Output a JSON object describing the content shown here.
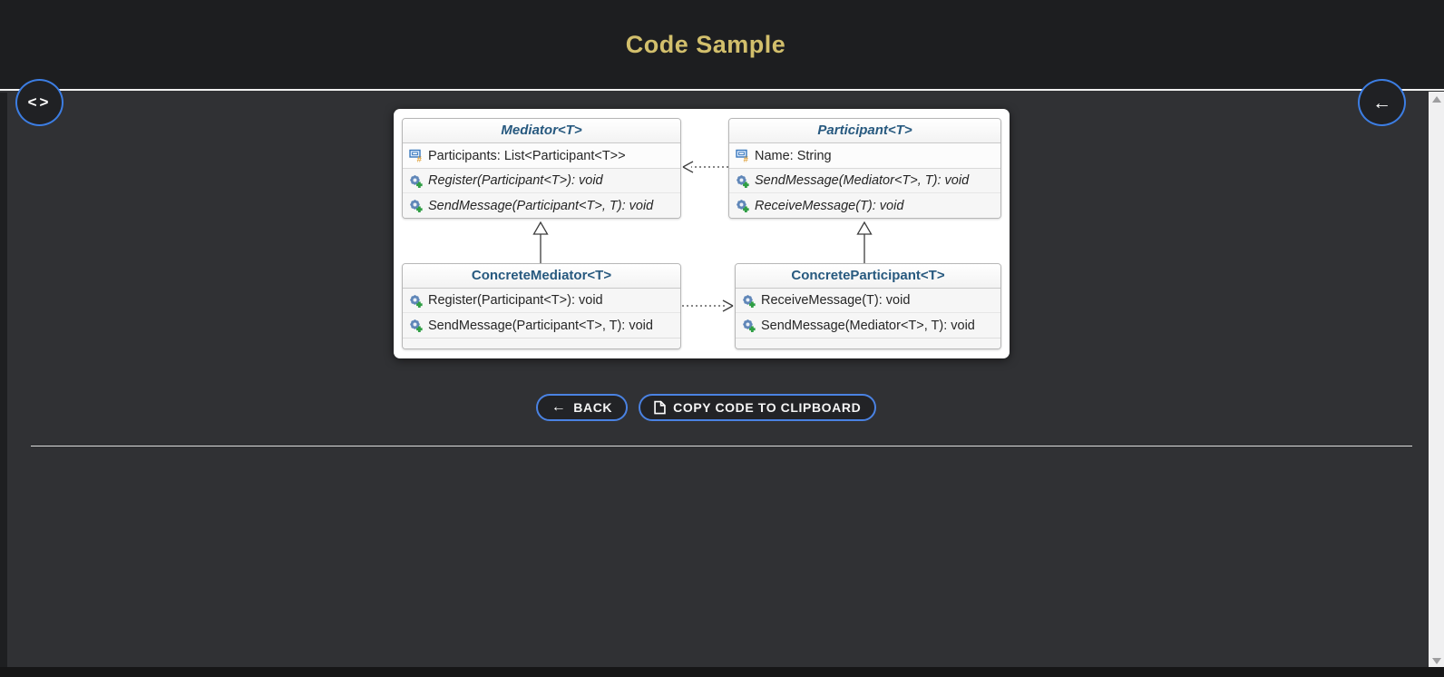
{
  "header": {
    "title": "Code Sample"
  },
  "fab_left": {
    "icon": "code-icon",
    "glyph": "<>"
  },
  "fab_right": {
    "icon": "arrow-left-icon",
    "glyph": "←"
  },
  "diagram": {
    "classes": [
      {
        "title": "Mediator<T>",
        "abstract": true,
        "properties": [
          "Participants: List<Participant<T>>"
        ],
        "methods": [
          "Register(Participant<T>): void",
          "SendMessage(Participant<T>, T): void"
        ]
      },
      {
        "title": "Participant<T>",
        "abstract": true,
        "properties": [
          "Name: String"
        ],
        "methods": [
          "SendMessage(Mediator<T>, T): void",
          "ReceiveMessage(T): void"
        ]
      },
      {
        "title": "ConcreteMediator<T>",
        "abstract": false,
        "properties": [],
        "methods": [
          "Register(Participant<T>): void",
          "SendMessage(Participant<T>, T): void"
        ]
      },
      {
        "title": "ConcreteParticipant<T>",
        "abstract": false,
        "properties": [],
        "methods": [
          "ReceiveMessage(T): void",
          "SendMessage(Mediator<T>, T): void"
        ]
      }
    ],
    "relations": [
      {
        "from": "Participant<T>",
        "to": "Mediator<T>",
        "type": "dashed-dependency"
      },
      {
        "from": "ConcreteMediator<T>",
        "to": "ConcreteParticipant<T>",
        "type": "dashed-dependency"
      },
      {
        "from": "ConcreteMediator<T>",
        "to": "Mediator<T>",
        "type": "inheritance"
      },
      {
        "from": "ConcreteParticipant<T>",
        "to": "Participant<T>",
        "type": "inheritance"
      }
    ]
  },
  "actions": {
    "back_label": "BACK",
    "copy_label": "COPY CODE TO CLIPBOARD"
  },
  "icons": {
    "fab_left": "code-icon",
    "fab_right": "arrow-left-icon",
    "back_button": "arrow-left-icon",
    "copy_button": "document-icon",
    "class_property": "field-icon",
    "class_method": "method-icon",
    "scrollbar_top": "triangle-up-icon",
    "scrollbar_bottom": "triangle-down-icon"
  },
  "colors": {
    "header_bg": "#1d1e20",
    "content_bg": "#303134",
    "header_title_gold": "#d2bf6c",
    "accent_blue": "#4a82e2",
    "class_title_blue": "#27597f",
    "panel_white": "#ffffff"
  }
}
